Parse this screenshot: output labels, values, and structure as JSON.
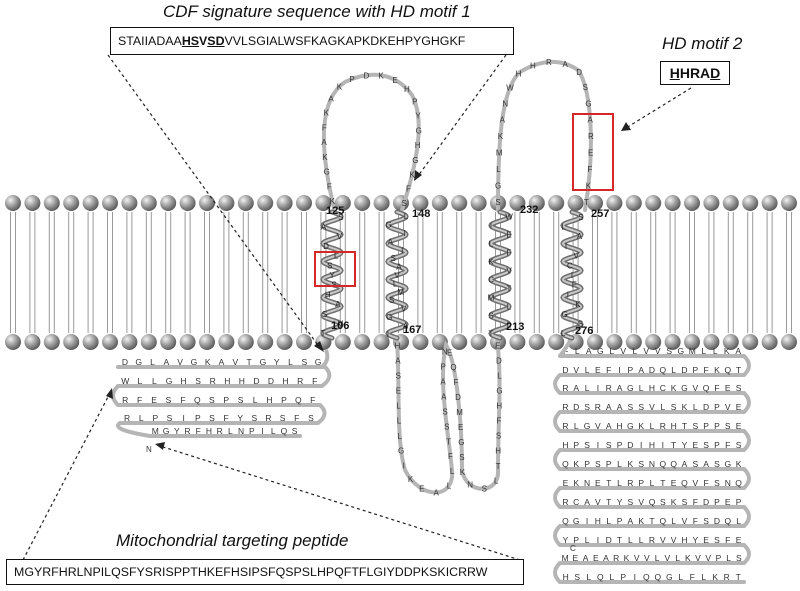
{
  "labels": {
    "cdf_title": "CDF signature sequence with HD motif 1",
    "hd2_title": "HD motif 2",
    "mito_title": "Mitochondrial targeting peptide"
  },
  "cdf_sequence": {
    "pre": "STAIIADAA",
    "hs": "HS",
    "v": "V",
    "s": "S",
    "d": "D",
    "post": "VVLSGIALWSFKAGKAPKDKEHPYGHGKF"
  },
  "hd_motif2": {
    "h1": "H",
    "hra": "HRA",
    "d": "D"
  },
  "mito_sequence": "MGYRFHRLNPILQSFYSRISPPTHKEFHSIPSFQSPSLHPQFTFLGIYDDPKSKICRRW",
  "residue_numbers": {
    "tm1_top": "125",
    "tm2_top": "148",
    "tm3_top": "232",
    "tm4_top": "257",
    "tm1_bottom": "106",
    "tm2_bottom": "167",
    "tm3_bottom": "213",
    "tm4_bottom": "276"
  },
  "strands": {
    "n_term_rows": [
      "DGLAVGKAVTGYLSG",
      "WLLGHSRHHDDHRF",
      "RFESFQSPSLHPQF",
      "RLPSIPSFYSRSFS",
      "MGYRFHRLNPILQS"
    ],
    "n_label": "N",
    "tm1_residues": "SAVDLSYSHASVT",
    "loop1_residues": "KFGKAFKAKPDKEHPYGHGKFS",
    "tm2_residues": "LGIAISAVLMSVGAI",
    "loop2_residues": "HASELLLGIKEALLFTSSAAPNEQFDMEGSKNSLTHSFHGLDE",
    "tm3_residues": "WIELFKVCTMLSLT",
    "loop3_residues": "SGLMKANWHHRADSGAREFKT",
    "tm4_residues": "SLAIVCIFIKGSL",
    "c_term_rows": [
      "FLAGLVLVVSGMLLKA",
      "DVLEFIPADQLDPFKQT",
      "RALIRAGLHCKGVQFES",
      "RDSRAASSVLSKLDPVE",
      "RLGVAHGKLRHTSPPSE",
      "HPSISPDIHITYESPFS",
      "QKPSPLKSNQQASASGK",
      "EKNETLRPLTEQVFSNQ",
      "RCAVTYSVQSKSFDPEP",
      "QGIHLPAKTQLVFSDQL",
      "YPLIDTLLRVVHYESFE",
      "MEAEARKVVLVLKVVPLS",
      "HSLQLPIQQGLFLKRT"
    ],
    "c_label": "C"
  },
  "colors": {
    "highlight_box": "#d62728",
    "helix": "#8a8a8a",
    "membrane_head": "#8c8c8c"
  }
}
